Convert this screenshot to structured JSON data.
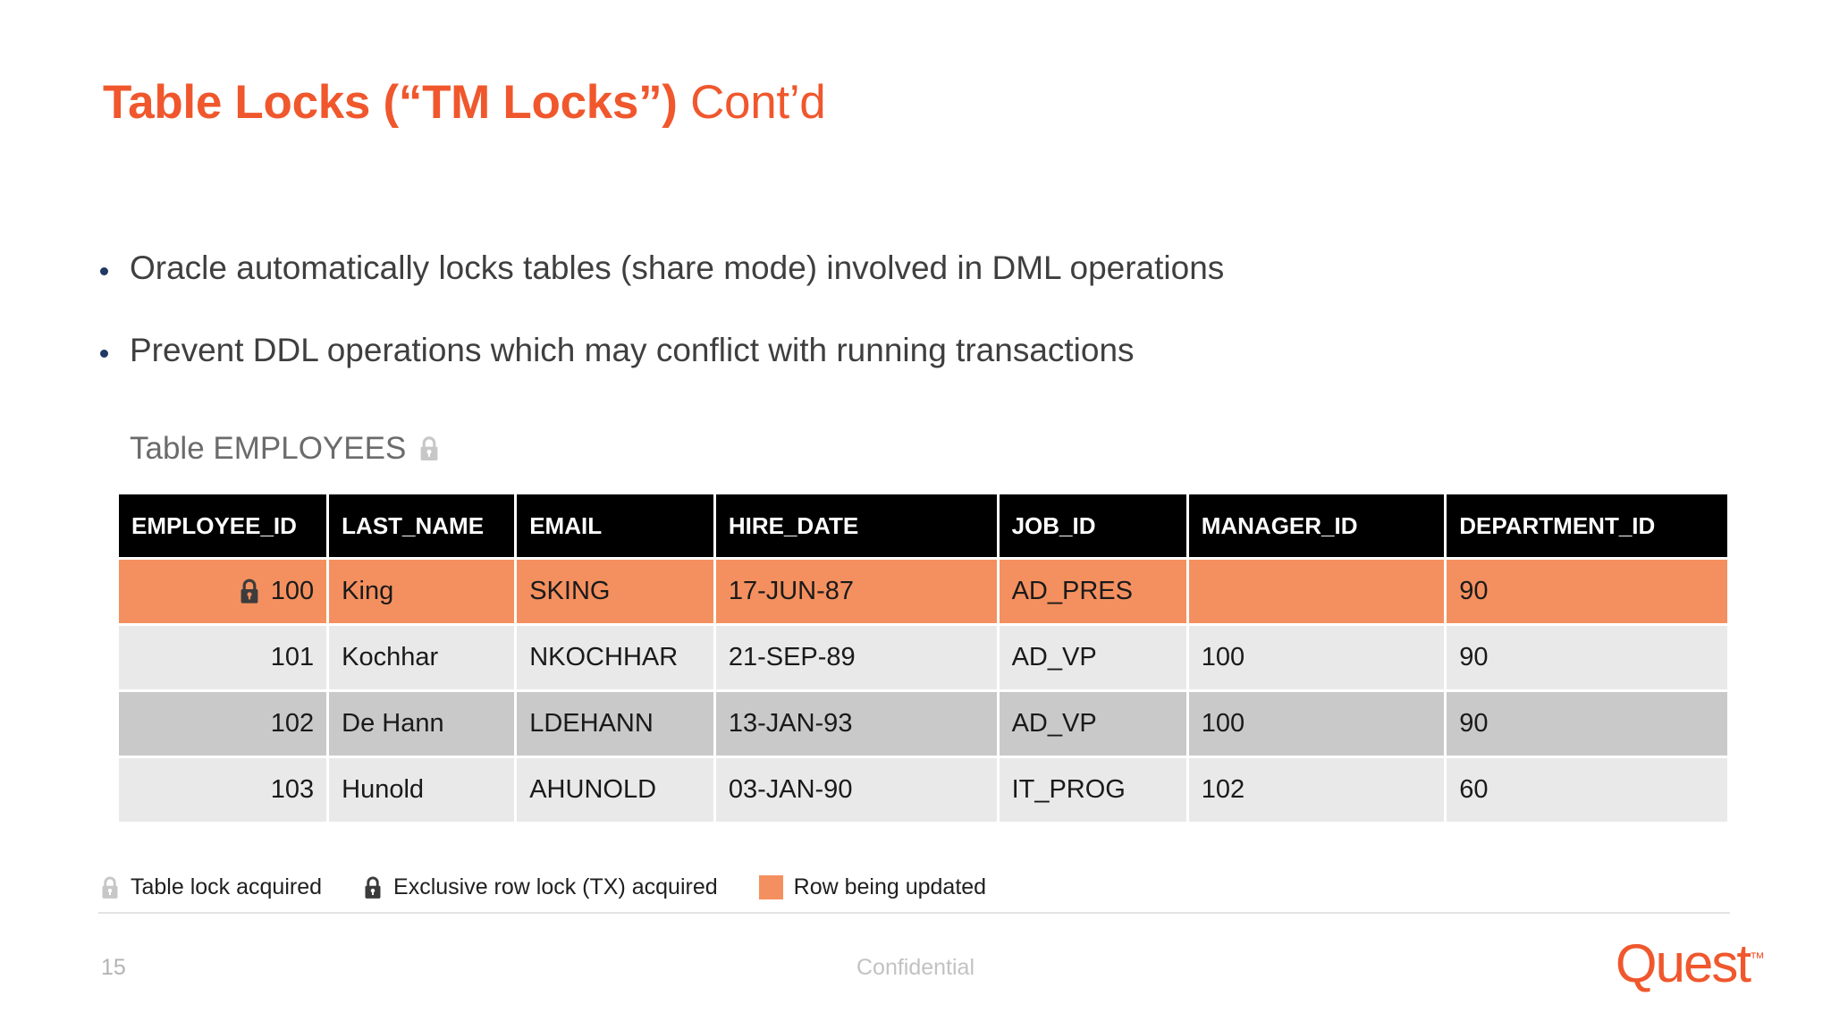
{
  "slide": {
    "title_bold": "Table Locks (“TM Locks”)",
    "title_light": " Cont’d",
    "accent_color": "#F0572D",
    "bullet_color": "#1F3864",
    "highlight_color": "#F4905F"
  },
  "bullets": [
    {
      "text": "Oracle automatically locks tables (share mode) involved in DML operations"
    },
    {
      "text": "Prevent DDL operations which may conflict with running transactions"
    }
  ],
  "table_caption": {
    "label": "Table EMPLOYEES",
    "icon": "lock-icon-light"
  },
  "table": {
    "columns": [
      "EMPLOYEE_ID",
      "LAST_NAME",
      "EMAIL",
      "HIRE_DATE",
      "JOB_ID",
      "MANAGER_ID",
      "DEPARTMENT_ID"
    ],
    "rows": [
      {
        "employee_id": "100",
        "last_name": "King",
        "email": "SKING",
        "hire_date": "17-JUN-87",
        "job_id": "AD_PRES",
        "manager_id": "",
        "department_id": "90",
        "highlighted": true,
        "row_lock_icon": "lock-icon-dark"
      },
      {
        "employee_id": "101",
        "last_name": "Kochhar",
        "email": "NKOCHHAR",
        "hire_date": "21-SEP-89",
        "job_id": "AD_VP",
        "manager_id": "100",
        "department_id": "90",
        "highlighted": false,
        "row_lock_icon": ""
      },
      {
        "employee_id": "102",
        "last_name": "De Hann",
        "email": "LDEHANN",
        "hire_date": "13-JAN-93",
        "job_id": "AD_VP",
        "manager_id": "100",
        "department_id": "90",
        "highlighted": false,
        "row_lock_icon": ""
      },
      {
        "employee_id": "103",
        "last_name": "Hunold",
        "email": "AHUNOLD",
        "hire_date": "03-JAN-90",
        "job_id": "IT_PROG",
        "manager_id": "102",
        "department_id": "60",
        "highlighted": false,
        "row_lock_icon": ""
      }
    ]
  },
  "legend": [
    {
      "icon": "lock-icon-light",
      "label": "Table lock acquired"
    },
    {
      "icon": "lock-icon-dark",
      "label": "Exclusive row lock (TX) acquired"
    },
    {
      "icon": "orange-swatch",
      "label": "Row being updated"
    }
  ],
  "footer": {
    "page_number": "15",
    "confidential": "Confidential",
    "logo_text": "Quest",
    "logo_tm": "™"
  }
}
